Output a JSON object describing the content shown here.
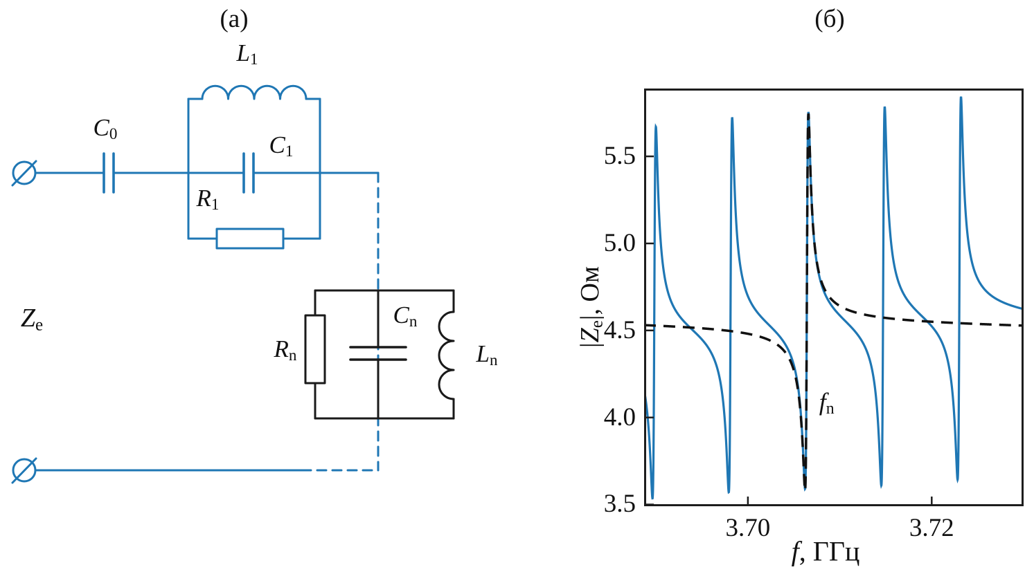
{
  "figure": {
    "panel_a_label": "(а)",
    "panel_b_label": "(б)"
  },
  "colors": {
    "circuit_blue": "#1f77b4",
    "curve_blue": "#1f77b4",
    "ink_black": "#1a1a1a"
  },
  "circuit": {
    "impedance": {
      "base": "Z",
      "sub": "e"
    },
    "components": {
      "C0": {
        "base": "C",
        "sub": "0"
      },
      "L1": {
        "base": "L",
        "sub": "1"
      },
      "C1": {
        "base": "C",
        "sub": "1"
      },
      "R1": {
        "base": "R",
        "sub": "1"
      },
      "Rn": {
        "base": "R",
        "sub": "n"
      },
      "Cn": {
        "base": "C",
        "sub": "n"
      },
      "Ln": {
        "base": "L",
        "sub": "n"
      }
    }
  },
  "plot": {
    "ylabel": {
      "pre": "|",
      "base": "Z",
      "sub": "e",
      "post": "|, Ом"
    },
    "xlabel": {
      "base": "f",
      "post": ", ГГц"
    }
  },
  "chart_data": {
    "type": "line",
    "title": "",
    "xlabel": "f, ГГц",
    "ylabel": "|Ze|, Ом",
    "xlim": [
      3.6887,
      3.73
    ],
    "ylim": [
      3.49,
      5.89
    ],
    "xticks": [
      3.7,
      3.72
    ],
    "xtick_labels": [
      "3.70",
      "3.72"
    ],
    "yticks": [
      5.5,
      5.0,
      4.5,
      4.0,
      3.5
    ],
    "ytick_labels": [
      "5.5",
      "5.0",
      "4.5",
      "4.0",
      "3.5"
    ],
    "grid": false,
    "legend": "none",
    "baseline_ref": 3.7064,
    "series": [
      {
        "name": "blue-solid-multimode-impedance",
        "color": "#1f77b4",
        "style": "solid",
        "baseline": 4.545,
        "baseline_slope": -1.8,
        "resonances": [
          3.6898,
          3.6981,
          3.7064,
          3.7147,
          3.723
        ],
        "fs_offset": -4.3e-05,
        "fp_offset": 4.3e-05,
        "damping": 0.00018,
        "peak_value": 5.76,
        "dip_value": 3.59
      },
      {
        "name": "black-dashed-single-mode-impedance",
        "color": "#111111",
        "style": "dashed",
        "baseline": 4.535,
        "baseline_slope": -1.0,
        "resonances": [
          3.7064
        ],
        "fs_offset": -4.3e-05,
        "fp_offset": 4.3e-05,
        "damping": 0.00018,
        "peak_value": 5.72,
        "dip_value": 3.58
      }
    ],
    "annotation": {
      "base": "f",
      "sub": "n",
      "x": 3.7082,
      "y": 4.08
    }
  }
}
